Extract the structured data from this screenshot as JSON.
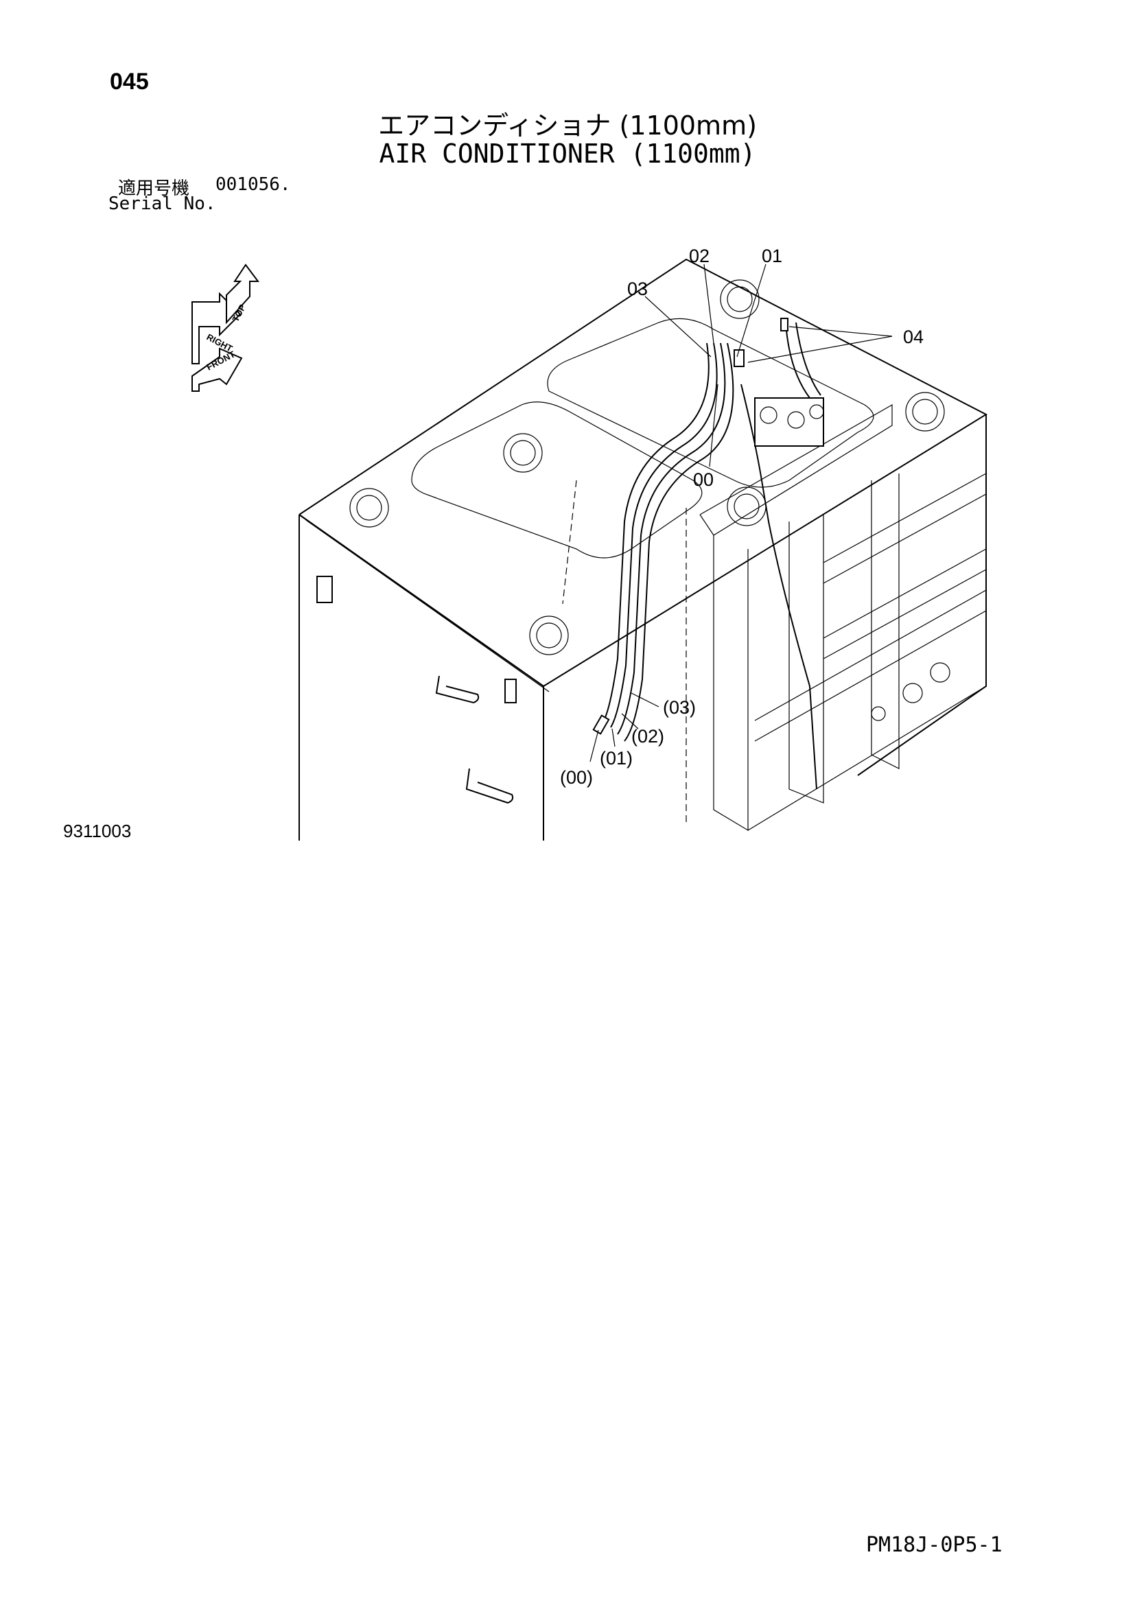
{
  "header": {
    "page_number": "045",
    "title_jp": "エアコンディショナ (1100mm)",
    "title_en": "AIR CONDITIONER (1100mm)",
    "serial_label_jp": "適用号機",
    "serial_value": "001056.",
    "serial_label_en": "Serial No."
  },
  "orientation": {
    "top": "TOP",
    "right": "RIGHT",
    "front": "FRONT"
  },
  "callouts": {
    "c00": "00",
    "c01": "01",
    "c02": "02",
    "c03": "03",
    "c04": "04",
    "p00": "(00)",
    "p01": "(01)",
    "p02": "(02)",
    "p03": "(03)"
  },
  "footer": {
    "figure_number": "9311003",
    "doc_code": "PM18J-0P5-1"
  }
}
